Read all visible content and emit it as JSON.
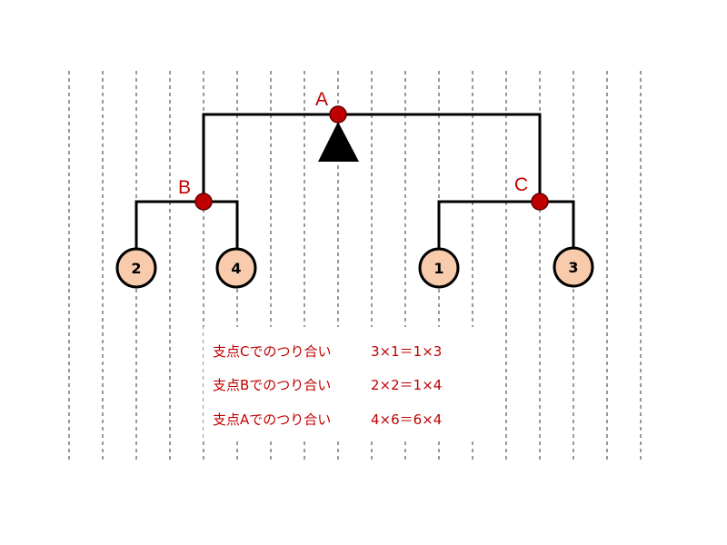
{
  "pivots": {
    "a": {
      "label": "A"
    },
    "b": {
      "label": "B"
    },
    "c": {
      "label": "C"
    }
  },
  "weights": {
    "w_left_outer": {
      "label": "2"
    },
    "w_left_inner": {
      "label": "4"
    },
    "w_right_inner": {
      "label": "1"
    },
    "w_right_outer": {
      "label": "3"
    }
  },
  "equations": [
    {
      "label": "支点Cでのつり合い",
      "formula": "3×1＝1×3"
    },
    {
      "label": "支点Bでのつり合い",
      "formula": "2×2＝1×4"
    },
    {
      "label": "支点Aでのつり合い",
      "formula": "4×6＝6×4"
    }
  ],
  "colors": {
    "pivot": "#c00000",
    "weight_fill": "#f8cbad",
    "text_accent": "#c00000"
  }
}
